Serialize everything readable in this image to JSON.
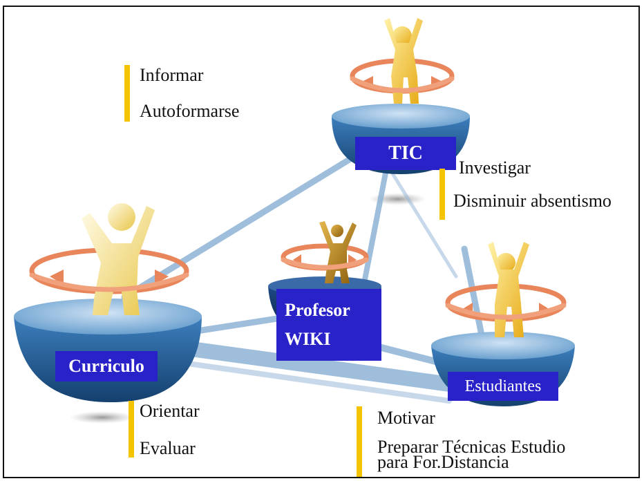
{
  "nodes": {
    "tic": "TIC",
    "curriculo": "Curriculo",
    "profesor": "Profesor",
    "wiki": "WIKI",
    "estudiantes": "Estudiantes"
  },
  "notes": {
    "top_left": [
      "Informar",
      "Autoformarse"
    ],
    "tic": [
      "Investigar",
      "Disminuir absentismo"
    ],
    "curriculo": [
      "Orientar",
      "Evaluar"
    ],
    "estudiantes": [
      "Motivar",
      "Preparar Técnicas Estudio",
      "para For.Distancia"
    ]
  },
  "colors": {
    "label_bg": "#2a22c9",
    "accent_bar": "#f5c400",
    "bowl": "#2e6ea8",
    "connector": "#8fb3d6",
    "figure": "#f2c22c",
    "arrow": "#e8855a"
  }
}
